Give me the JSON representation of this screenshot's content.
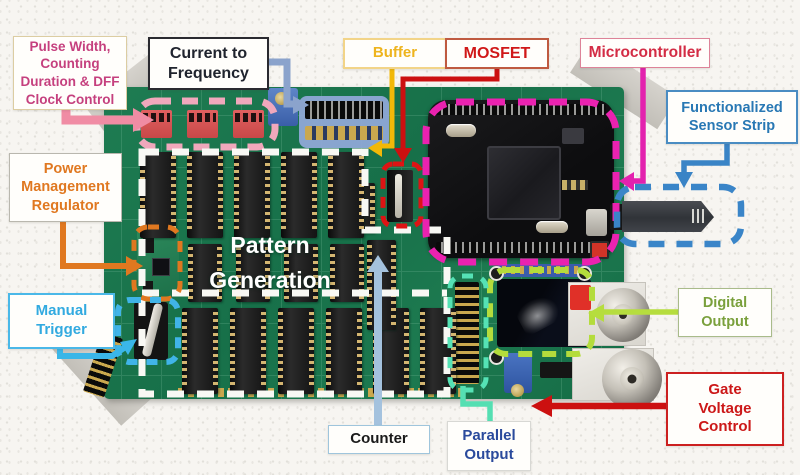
{
  "figure_type": "annotated circuit board photograph",
  "board": {
    "overlay_text": "Pattern\nGeneration",
    "overlay_text_color": "#ffffff",
    "pcb_color": "#1b7a50"
  },
  "callouts": {
    "pulse_width_control": {
      "label": "Pulse Width,\nCounting\nDuration & DFF\nClock Control",
      "text_color": "#c5407e",
      "accent": "#f08ca4"
    },
    "current_to_frequency": {
      "label": "Current to\nFrequency",
      "text_color": "#20242e",
      "accent": "#8ba3cc"
    },
    "buffer": {
      "label": "Buffer",
      "text_color": "#eeb41e",
      "accent": "#f2b808"
    },
    "mosfet": {
      "label": "MOSFET",
      "text_color": "#d01818",
      "accent": "#cc1010"
    },
    "microcontroller": {
      "label": "Microcontroller",
      "text_color": "#d32c44",
      "accent": "#e322ae"
    },
    "functionalized_sensor_strip": {
      "label": "Functionalized\nSensor Strip",
      "text_color": "#2878b4",
      "accent": "#3a84c6"
    },
    "power_management_regulator": {
      "label": "Power\nManagement\nRegulator",
      "text_color": "#e07820",
      "accent": "#e07820"
    },
    "manual_trigger": {
      "label": "Manual\nTrigger",
      "text_color": "#32aae0",
      "accent": "#3ab6e8"
    },
    "digital_output": {
      "label": "Digital\nOutput",
      "text_color": "#7aa03c",
      "accent": "#b6dd3e"
    },
    "gate_voltage_control": {
      "label": "Gate\nVoltage\nControl",
      "text_color": "#cc1818",
      "accent": "#cc1010"
    },
    "counter": {
      "label": "Counter",
      "text_color": "#1a1a1a",
      "accent": "#a4c2de"
    },
    "parallel_output": {
      "label": "Parallel\nOutput",
      "text_color": "#2a4a9c",
      "accent": "#55dfb2"
    },
    "pattern_generation_region": {
      "accent": "#f8f8f4"
    }
  }
}
